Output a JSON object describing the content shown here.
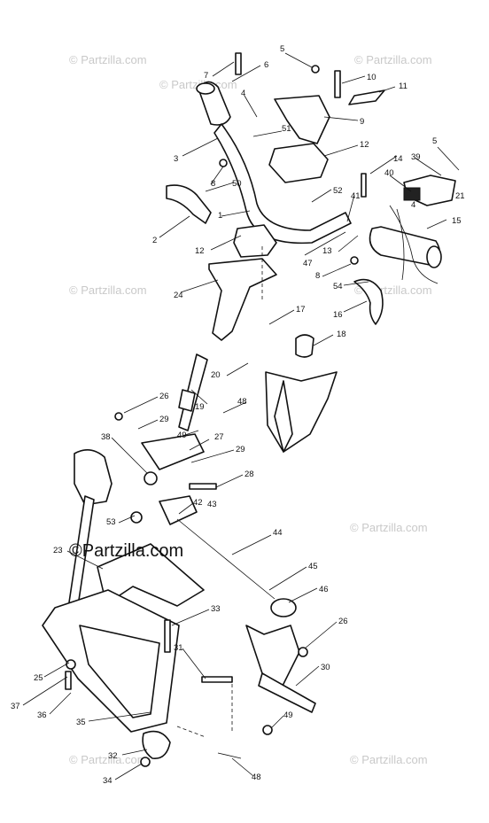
{
  "watermark_text": "© Partzilla.com",
  "brand_stamp": "©Partzilla.com",
  "watermark_grid": [
    "wm-1",
    "wm-2",
    "wm-3",
    "wm-4",
    "wm-5",
    "wm-6",
    "wm-7",
    "wm-8",
    "wm-9",
    "wm-10",
    "wm-11",
    "wm-12"
  ],
  "callouts": {
    "c5a": "5",
    "c7": "7",
    "c6": "6",
    "c10": "10",
    "c11": "11",
    "c4a": "4",
    "c9": "9",
    "c3": "3",
    "c51": "51",
    "c12a": "12",
    "c5b": "5",
    "c14": "14",
    "c39": "39",
    "c8a": "8",
    "c50": "50",
    "c40": "40",
    "c21": "21",
    "c52": "52",
    "c41": "41",
    "c1": "1",
    "c2": "2",
    "c4b": "4",
    "c15": "15",
    "c12b": "12",
    "c47": "47",
    "c13": "13",
    "c8b": "8",
    "c54": "54",
    "c24": "24",
    "c16": "16",
    "c17": "17",
    "c18": "18",
    "c20": "20",
    "c19": "19",
    "c48a": "48",
    "c26a": "26",
    "c29a": "29",
    "c38": "38",
    "c49a": "49",
    "c27": "27",
    "c29b": "29",
    "c28": "28",
    "c42": "42",
    "c43": "43",
    "c53": "53",
    "c44": "44",
    "c23": "23",
    "c45": "45",
    "c46": "46",
    "c33": "33",
    "c26b": "26",
    "c31": "31",
    "c25": "25",
    "c30": "30",
    "c37": "37",
    "c36": "36",
    "c35": "35",
    "c49b": "49",
    "c32": "32",
    "c34": "34",
    "c48b": "48"
  }
}
